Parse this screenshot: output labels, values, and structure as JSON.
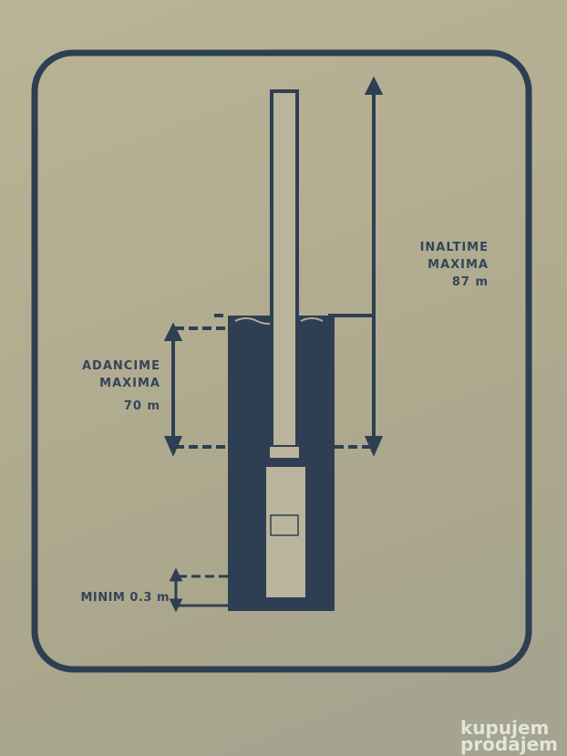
{
  "labels": {
    "height_title": "INALTIME",
    "height_sub": "MAXIMA",
    "height_value": "87 m",
    "depth_title": "ADANCIME",
    "depth_sub": "MAXIMA",
    "depth_value": "70 m",
    "minimum": "MINIM 0.3 m"
  },
  "watermark": {
    "line1": "kupujem",
    "line2": "prodajem"
  },
  "colors": {
    "ink": "#2f3f53",
    "cardboard": "#b3ae92"
  }
}
